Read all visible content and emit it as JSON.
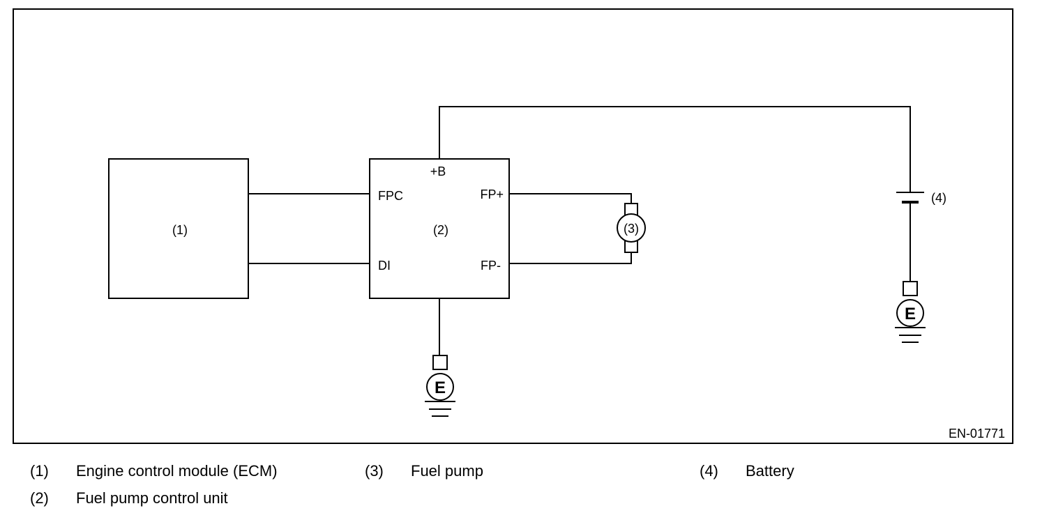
{
  "diagram": {
    "figure_id": "EN-01771",
    "blocks": {
      "ecm": "(1)",
      "fpcu": "(2)",
      "pump": "(3)",
      "battery": "(4)"
    },
    "terminals": {
      "plus_b": "+B",
      "fpc": "FPC",
      "di": "DI",
      "fp_plus": "FP+",
      "fp_minus": "FP-"
    },
    "ground_symbol": "E"
  },
  "legend": [
    {
      "num": "(1)",
      "text": "Engine control module (ECM)"
    },
    {
      "num": "(2)",
      "text": "Fuel pump control unit"
    },
    {
      "num": "(3)",
      "text": "Fuel pump"
    },
    {
      "num": "(4)",
      "text": "Battery"
    }
  ]
}
